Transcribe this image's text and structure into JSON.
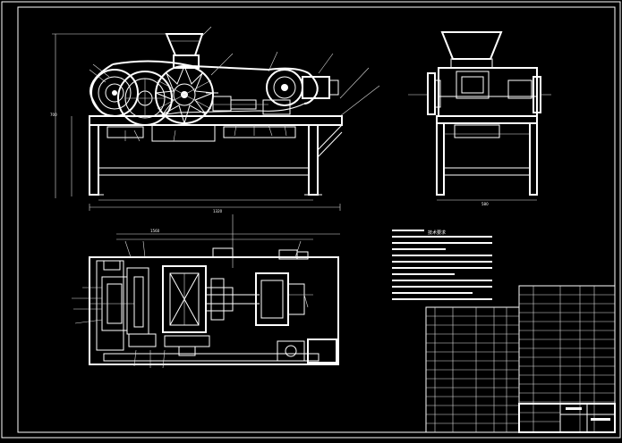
{
  "drawing": {
    "dims": {
      "front_width": "1320",
      "front_height": "700",
      "side_width": "580",
      "plan_length": "1560"
    },
    "tech_requirements_title": "技术要求"
  },
  "colors": {
    "background": "#000000",
    "lines": "#ffffff"
  }
}
